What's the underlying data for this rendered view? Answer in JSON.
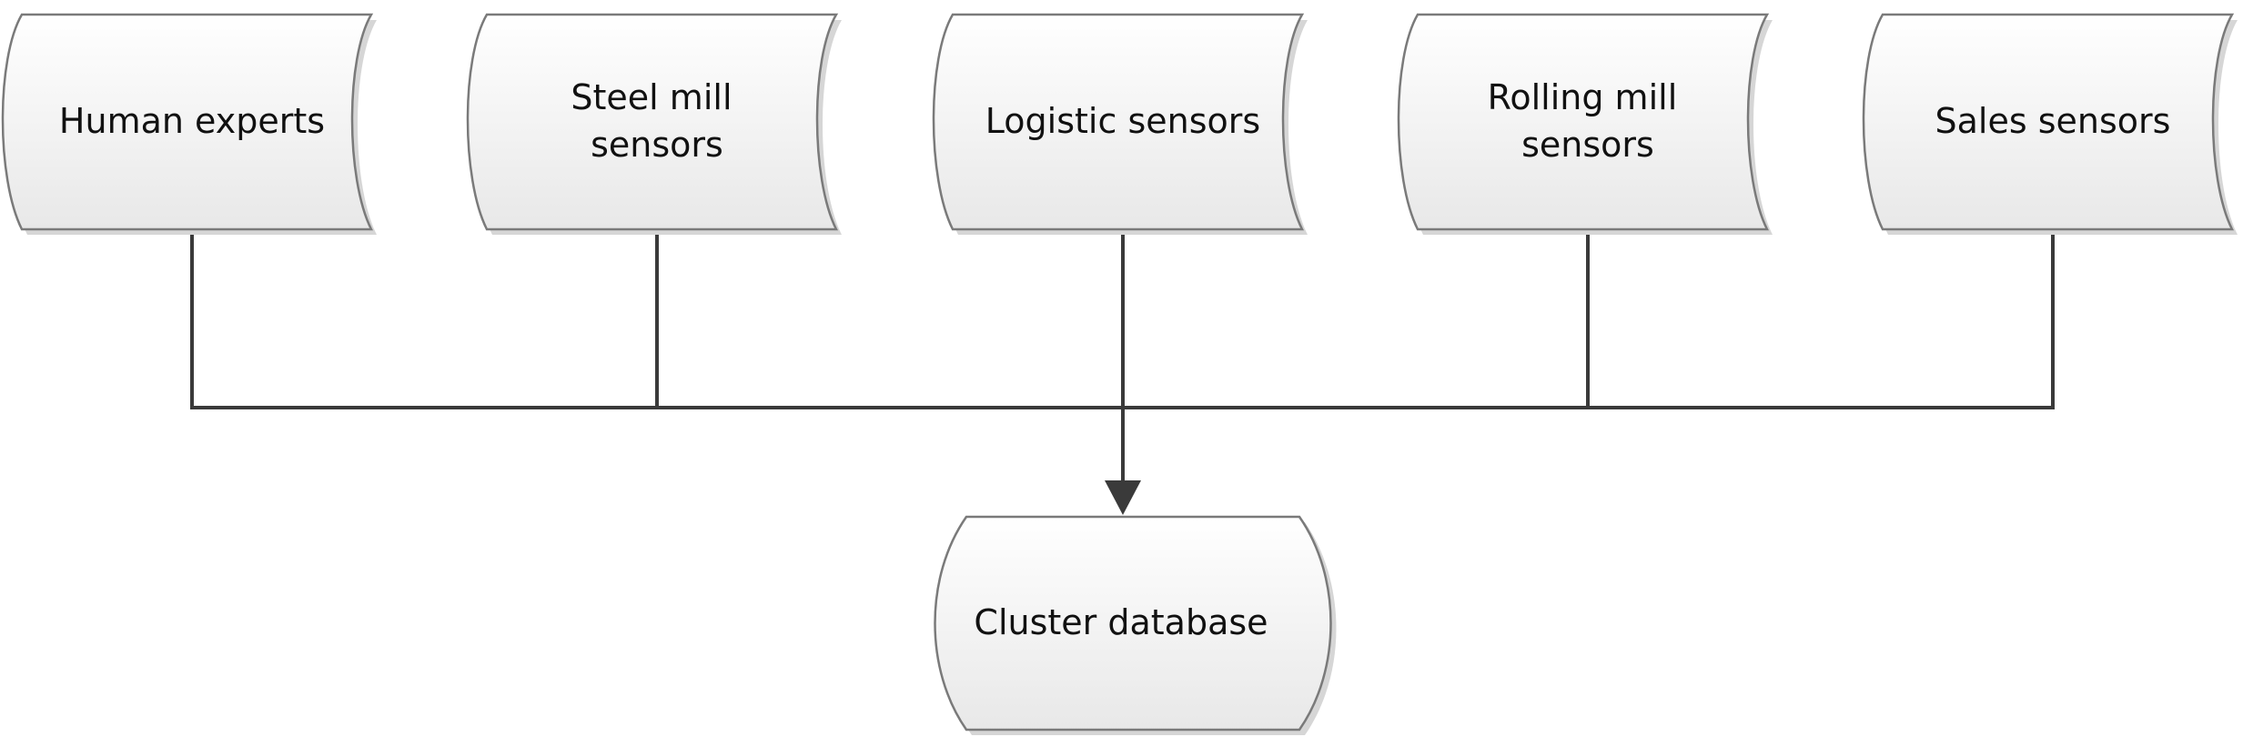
{
  "sources": [
    {
      "id": "human-experts",
      "lines": [
        "Human experts"
      ]
    },
    {
      "id": "steel-mill-sensors",
      "lines": [
        "Steel mill",
        "sensors"
      ]
    },
    {
      "id": "logistic-sensors",
      "lines": [
        "Logistic sensors"
      ]
    },
    {
      "id": "rolling-mill-sensors",
      "lines": [
        "Rolling mill",
        "sensors"
      ]
    },
    {
      "id": "sales-sensors",
      "lines": [
        "Sales sensors"
      ]
    }
  ],
  "target": {
    "id": "cluster-database",
    "lines": [
      "Cluster database"
    ]
  },
  "colors": {
    "fill_top": "#ffffff",
    "fill_bottom": "#e8e8e8",
    "outline": "#7a7a7a",
    "connector": "#3a3a3a",
    "text": "#111111"
  }
}
